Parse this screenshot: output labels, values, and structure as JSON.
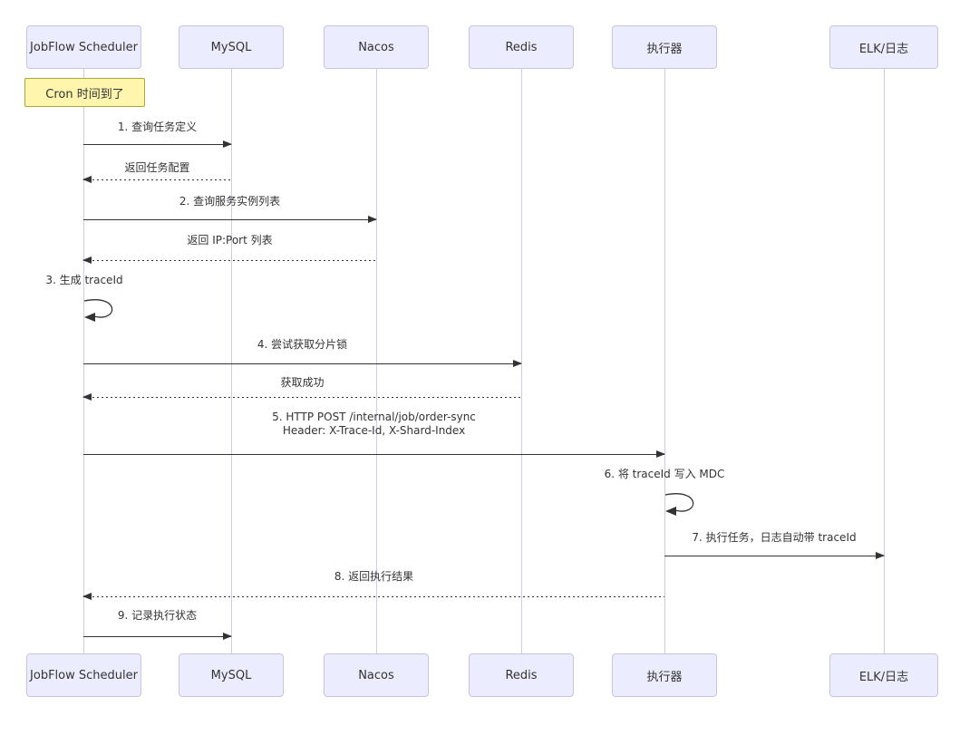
{
  "participants": [
    {
      "name": "JobFlow Scheduler"
    },
    {
      "name": "MySQL"
    },
    {
      "name": "Nacos"
    },
    {
      "name": "Redis"
    },
    {
      "name": "执行器"
    },
    {
      "name": "ELK/日志"
    }
  ],
  "note": {
    "text": "Cron 时间到了",
    "over": "JobFlow Scheduler"
  },
  "messages": [
    {
      "label": "1. 查询任务定义",
      "style": "solid",
      "from": "JobFlow Scheduler",
      "to": "MySQL"
    },
    {
      "label": "返回任务配置",
      "style": "dashed",
      "from": "MySQL",
      "to": "JobFlow Scheduler"
    },
    {
      "label": "2. 查询服务实例列表",
      "style": "solid",
      "from": "JobFlow Scheduler",
      "to": "Nacos"
    },
    {
      "label": "返回 IP:Port 列表",
      "style": "dashed",
      "from": "Nacos",
      "to": "JobFlow Scheduler"
    },
    {
      "label": "3. 生成 traceId",
      "style": "self",
      "from": "JobFlow Scheduler",
      "to": "JobFlow Scheduler"
    },
    {
      "label": "4. 尝试获取分片锁",
      "style": "solid",
      "from": "JobFlow Scheduler",
      "to": "Redis"
    },
    {
      "label": "获取成功",
      "style": "dashed",
      "from": "Redis",
      "to": "JobFlow Scheduler"
    },
    {
      "label": "5. HTTP POST /internal/job/order-sync",
      "label_line2": "Header: X-Trace-Id, X-Shard-Index",
      "style": "solid",
      "from": "JobFlow Scheduler",
      "to": "执行器"
    },
    {
      "label": "6. 将 traceId 写入 MDC",
      "style": "self",
      "from": "执行器",
      "to": "执行器"
    },
    {
      "label": "7. 执行任务，日志自动带 traceId",
      "style": "solid",
      "from": "执行器",
      "to": "ELK/日志"
    },
    {
      "label": "8. 返回执行结果",
      "style": "dashed",
      "from": "执行器",
      "to": "JobFlow Scheduler"
    },
    {
      "label": "9. 记录执行状态",
      "style": "solid",
      "from": "JobFlow Scheduler",
      "to": "MySQL"
    }
  ],
  "colors": {
    "actor_fill": "#ECECFF",
    "actor_border": "#C6C3E8",
    "note_fill": "#FFF5AD",
    "note_border": "#AAAA33",
    "lifeline": "#CFC9EC",
    "arrow": "#333333",
    "text": "#333333",
    "background": "#FFFFFF"
  }
}
